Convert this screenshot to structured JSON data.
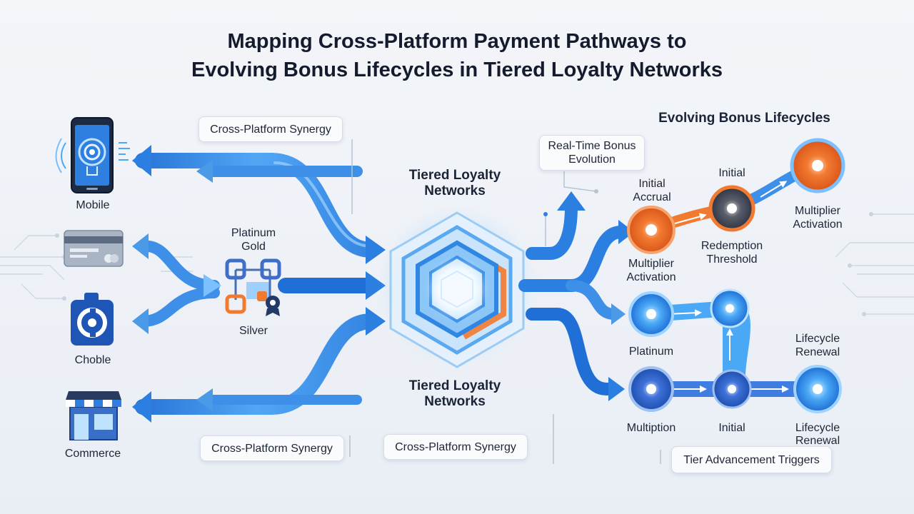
{
  "title": {
    "line1": "Mapping Cross-Platform Payment Pathways to",
    "line2": "Evolving Bonus Lifecycles in Tiered Loyalty Networks"
  },
  "platforms": {
    "mobile": "Mobile",
    "choble": "Choble",
    "commerce": "Commerce"
  },
  "tiers": {
    "platinum_gold_1": "Platinum",
    "platinum_gold_2": "Gold",
    "silver": "Silver"
  },
  "hub": {
    "top_1": "Tiered Loyalty",
    "top_2": "Networks",
    "bottom_1": "Tiered Loyalty",
    "bottom_2": "Networks"
  },
  "callouts": {
    "synergy_top": "Cross-Platform Synergy",
    "synergy_bottom_left": "Cross-Platform Synergy",
    "synergy_bottom_center": "Cross-Platform Synergy",
    "realtime_1": "Real-Time Bonus",
    "realtime_2": "Evolution",
    "tier_triggers": "Tier Advancement Triggers"
  },
  "lifecycle": {
    "heading": "Evolving Bonus Lifecycles",
    "initial_accrual_1": "Initial",
    "initial_accrual_2": "Accrual",
    "initial_top": "Initial",
    "multiplier_act_top_1": "Multiplier",
    "multiplier_act_top_2": "Activation",
    "multiplier_act_1": "Multiplier",
    "multiplier_act_2": "Activation",
    "redemption_1": "Redemption",
    "redemption_2": "Threshold",
    "platinum": "Platinum",
    "lifecycle_renewal_top_1": "Lifecycle",
    "lifecycle_renewal_top_2": "Renewal",
    "multiption": "Multiption",
    "initial_bottom": "Initial",
    "lifecycle_renewal_bottom_1": "Lifecycle",
    "lifecycle_renewal_bottom_2": "Renewal"
  },
  "colors": {
    "flow_blue": "#2a7fe0",
    "flow_light": "#7cc0ff",
    "accent_orange": "#f0742a",
    "node_dark": "#3a4152"
  }
}
